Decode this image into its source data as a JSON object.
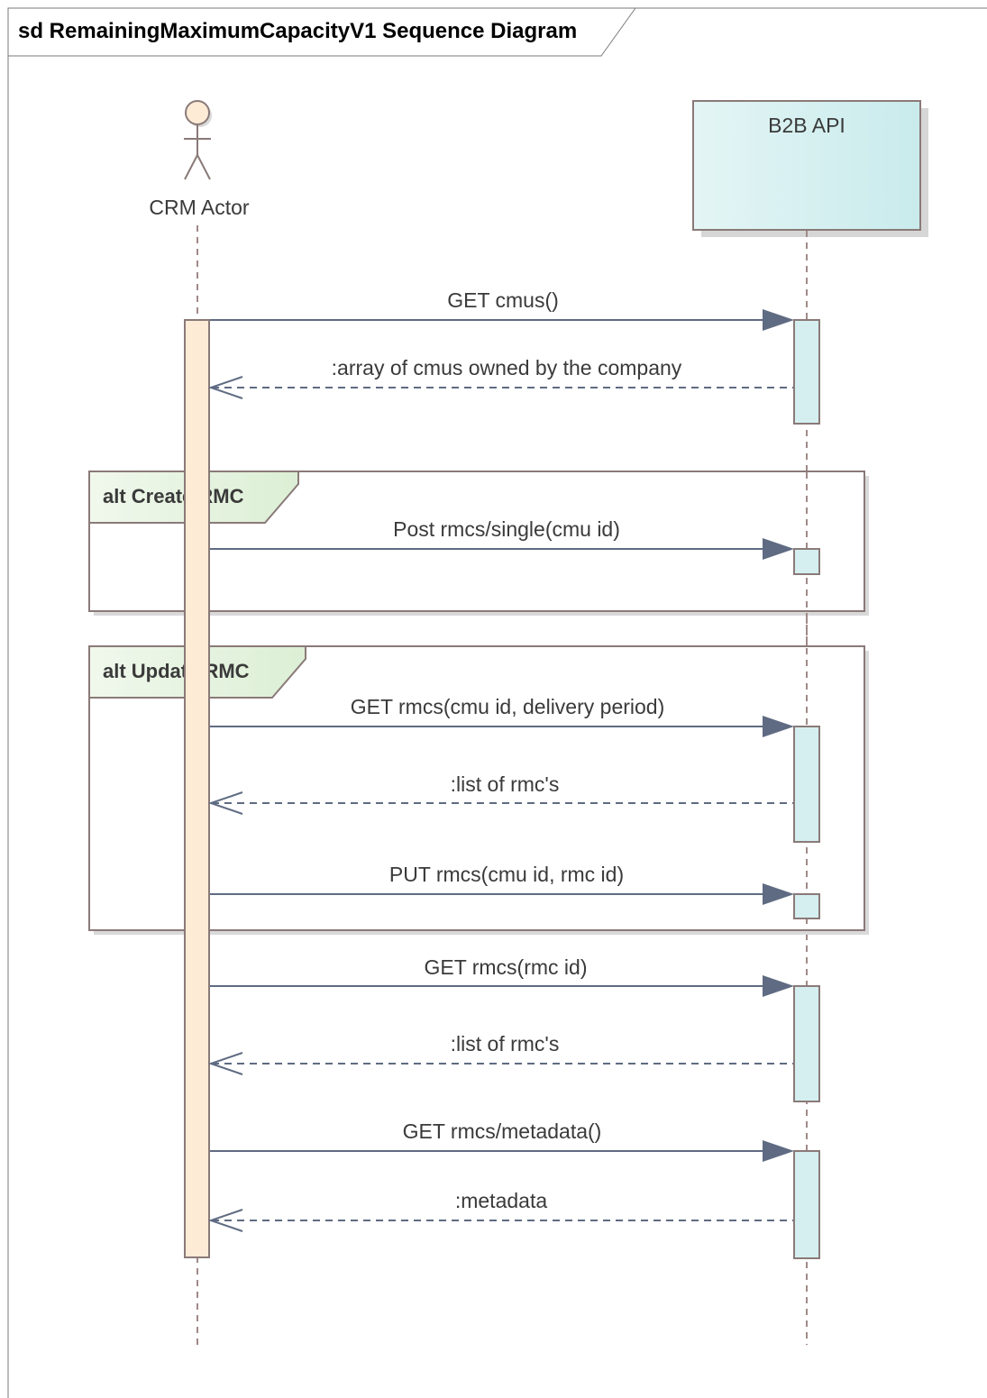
{
  "diagram": {
    "title": "sd RemainingMaximumCapacityV1 Sequence Diagram",
    "participants": [
      {
        "id": "crm",
        "label": "CRM Actor",
        "kind": "actor"
      },
      {
        "id": "api",
        "label": "B2B API",
        "kind": "system"
      }
    ],
    "fragments": [
      {
        "id": "create",
        "label": "alt Create RMC"
      },
      {
        "id": "update",
        "label": "alt Update RMC"
      }
    ],
    "messages": [
      {
        "label": "GET cmus()",
        "from": "crm",
        "to": "api",
        "kind": "call"
      },
      {
        "label": ":array of cmus owned by the company",
        "from": "api",
        "to": "crm",
        "kind": "return"
      },
      {
        "label": "Post rmcs/single(cmu id)",
        "from": "crm",
        "to": "api",
        "kind": "call"
      },
      {
        "label": "GET rmcs(cmu id, delivery period)",
        "from": "crm",
        "to": "api",
        "kind": "call"
      },
      {
        "label": ":list of rmc's",
        "from": "api",
        "to": "crm",
        "kind": "return"
      },
      {
        "label": "PUT rmcs(cmu id, rmc id)",
        "from": "crm",
        "to": "api",
        "kind": "call"
      },
      {
        "label": "GET rmcs(rmc id)",
        "from": "crm",
        "to": "api",
        "kind": "call"
      },
      {
        "label": ":list of rmc's",
        "from": "api",
        "to": "crm",
        "kind": "return"
      },
      {
        "label": "GET rmcs/metadata()",
        "from": "crm",
        "to": "api",
        "kind": "call"
      },
      {
        "label": ":metadata",
        "from": "api",
        "to": "crm",
        "kind": "return"
      }
    ]
  }
}
